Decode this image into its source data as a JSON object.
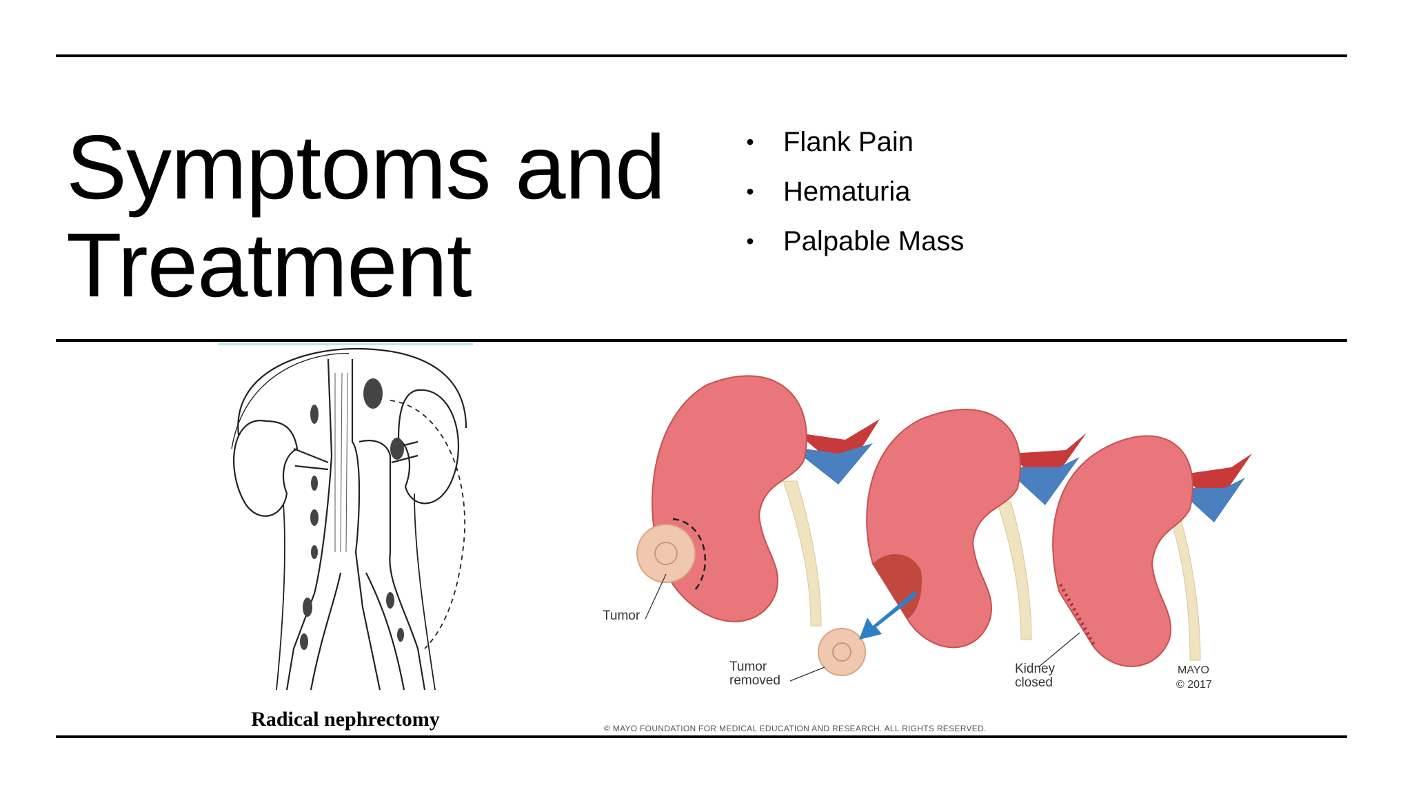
{
  "slide": {
    "title_line1": "Symptoms and",
    "title_line2": "Treatment",
    "bullets": [
      "Flank Pain",
      "Hematuria",
      "Palpable Mass"
    ],
    "bullet_char": "•"
  },
  "figures": {
    "left": {
      "caption": "Radical nephrectomy",
      "icon": "radical-nephrectomy-sketch"
    },
    "right": {
      "labels": {
        "tumor": "Tumor",
        "tumor_removed_1": "Tumor",
        "tumor_removed_2": "removed",
        "kidney_closed_1": "Kidney",
        "kidney_closed_2": "closed",
        "mayo_1": "MAYO",
        "mayo_2": "© 2017"
      },
      "copyright": "© MAYO FOUNDATION FOR MEDICAL EDUCATION AND RESEARCH. ALL RIGHTS RESERVED.",
      "icon": "partial-nephrectomy-illustration"
    }
  },
  "colors": {
    "kidney": "#e8767a",
    "kidney_dark": "#c8504f",
    "tumor": "#f0c8b0",
    "vessel_red": "#c83a3a",
    "vessel_blue": "#4a7fc0",
    "ureter": "#efe3c0",
    "arrow": "#2f7fc4"
  }
}
